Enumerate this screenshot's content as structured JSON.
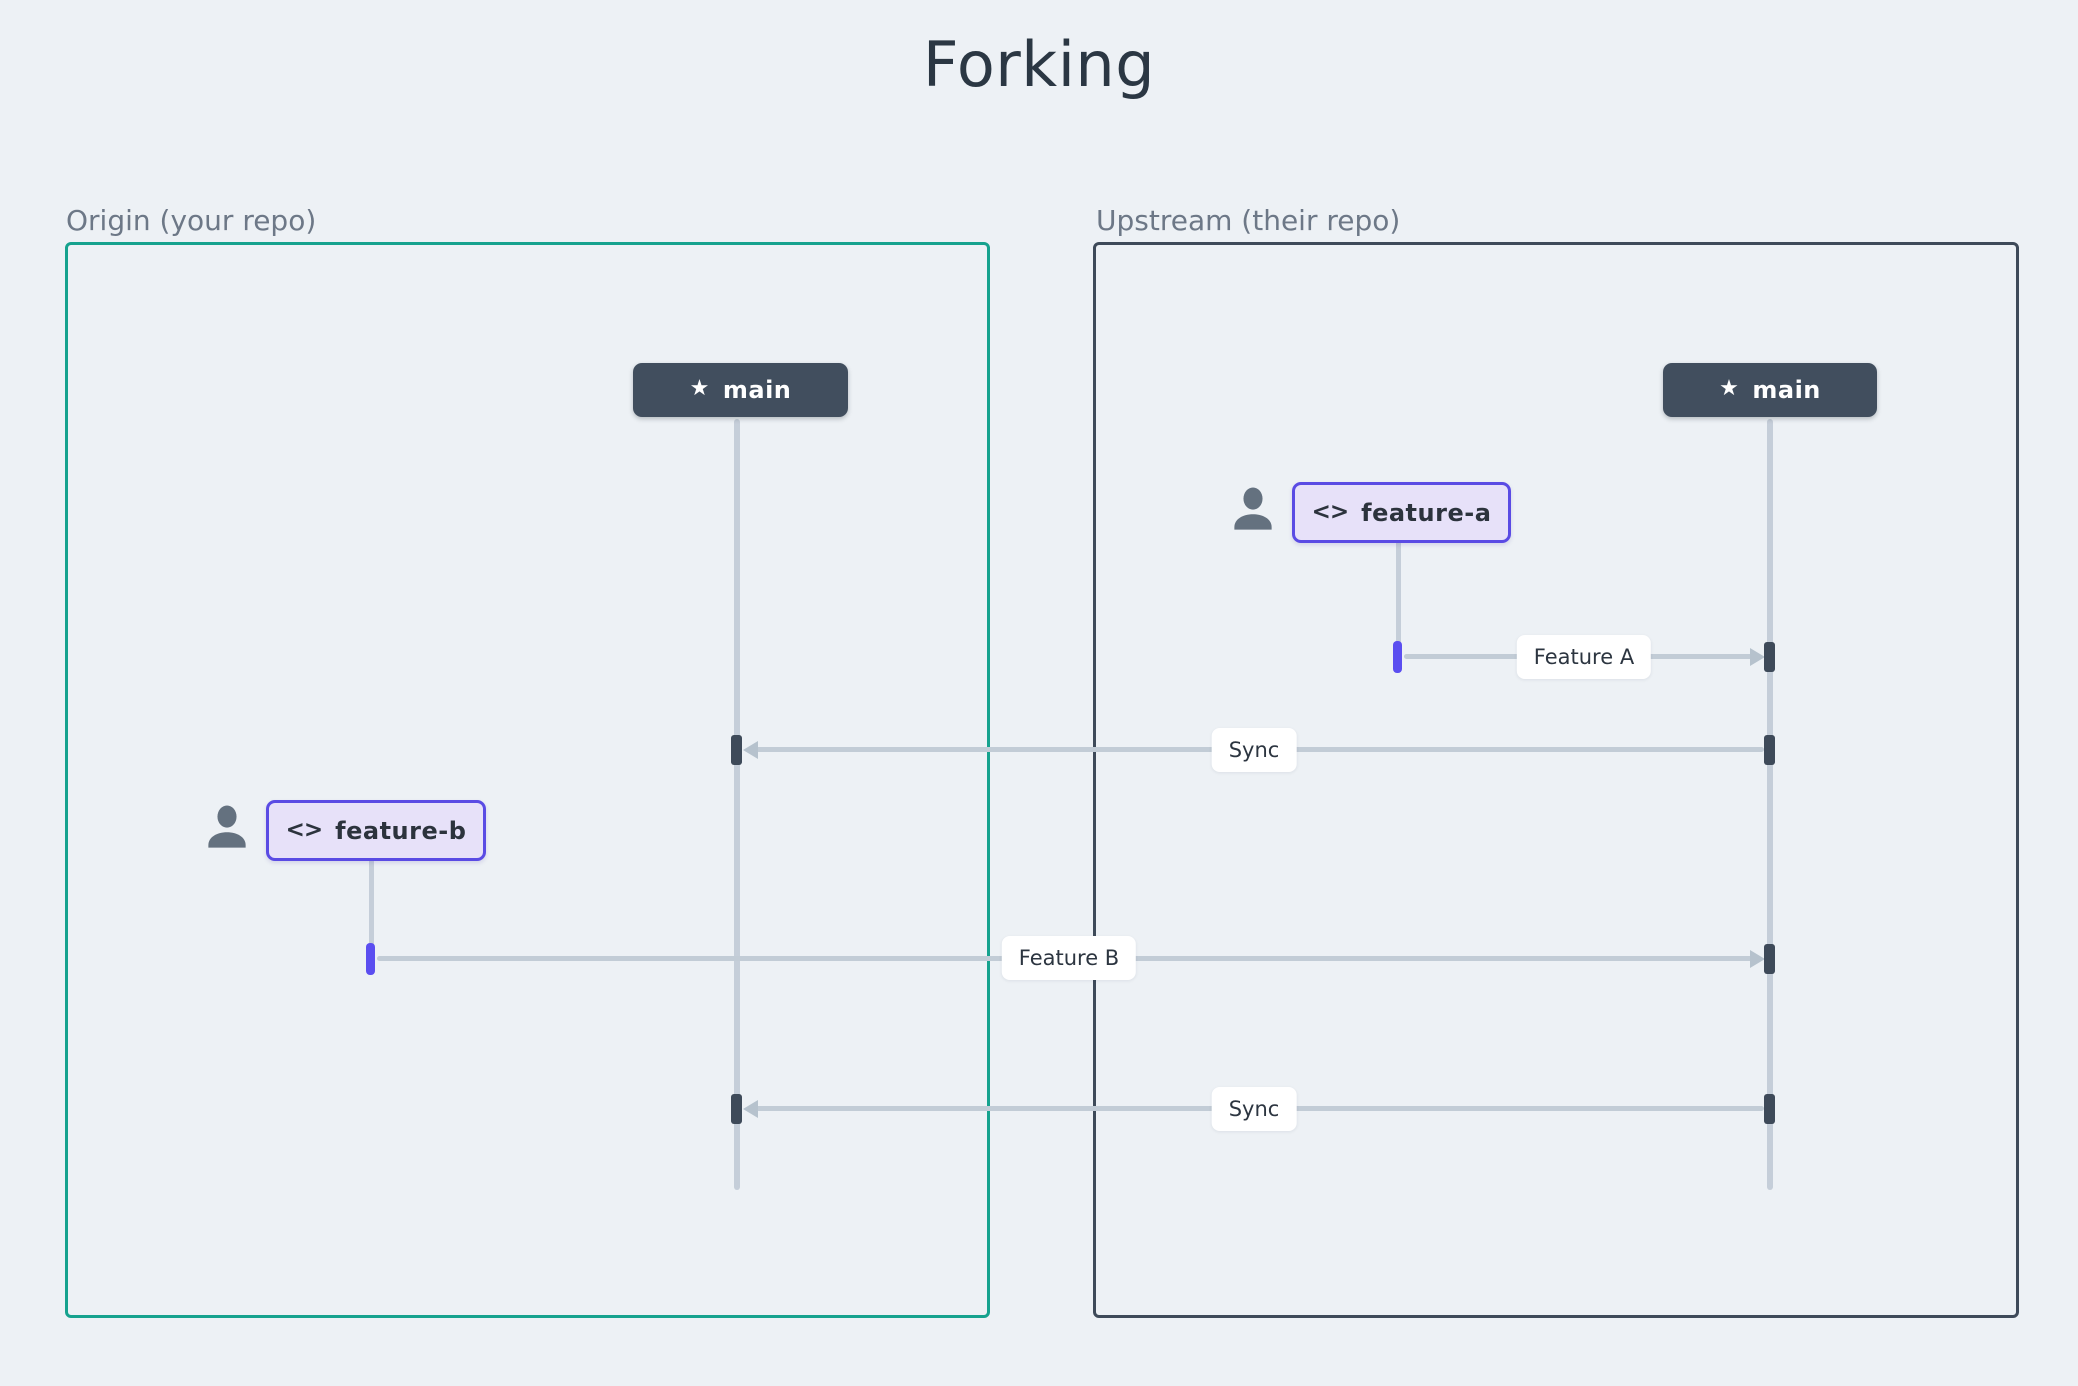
{
  "title": "Forking",
  "boxes": [
    {
      "id": "origin",
      "label": "Origin (your repo)"
    },
    {
      "id": "upstream",
      "label": "Upstream (their repo)"
    }
  ],
  "actors": [
    {
      "id": "origin-main",
      "label": "main",
      "kind": "branch",
      "icon": "star"
    },
    {
      "id": "upstream-main",
      "label": "main",
      "kind": "branch",
      "icon": "star"
    },
    {
      "id": "feature-a",
      "label": "feature-a",
      "kind": "feature",
      "icon": "code",
      "has_person_icon": true
    },
    {
      "id": "feature-b",
      "label": "feature-b",
      "kind": "feature",
      "icon": "code",
      "has_person_icon": true
    }
  ],
  "messages": [
    {
      "label": "Feature A",
      "from": "feature-a",
      "to": "upstream-main",
      "direction": "right"
    },
    {
      "label": "Sync",
      "from": "upstream-main",
      "to": "origin-main",
      "direction": "left"
    },
    {
      "label": "Feature B",
      "from": "feature-b",
      "to": "upstream-main",
      "direction": "right"
    },
    {
      "label": "Sync",
      "from": "upstream-main",
      "to": "origin-main",
      "direction": "left"
    }
  ],
  "glyphs": {
    "star": "★",
    "code": "<>"
  },
  "colors": {
    "background": "#edf1f5",
    "title_text": "#2b3743",
    "box_label_text": "#6d7887",
    "origin_border": "#16a28e",
    "upstream_border": "#3e4a59",
    "branch_badge_bg": "#414e5e",
    "feature_badge_bg": "#e7e1f9",
    "feature_badge_border": "#5a4be4",
    "lifeline": "#c5ced9",
    "arrow": "#c2ccd6",
    "activation_dark": "#3e4a59",
    "activation_purple": "#5b4ef0",
    "person_icon": "#64717f",
    "card_bg": "#ffffff"
  }
}
